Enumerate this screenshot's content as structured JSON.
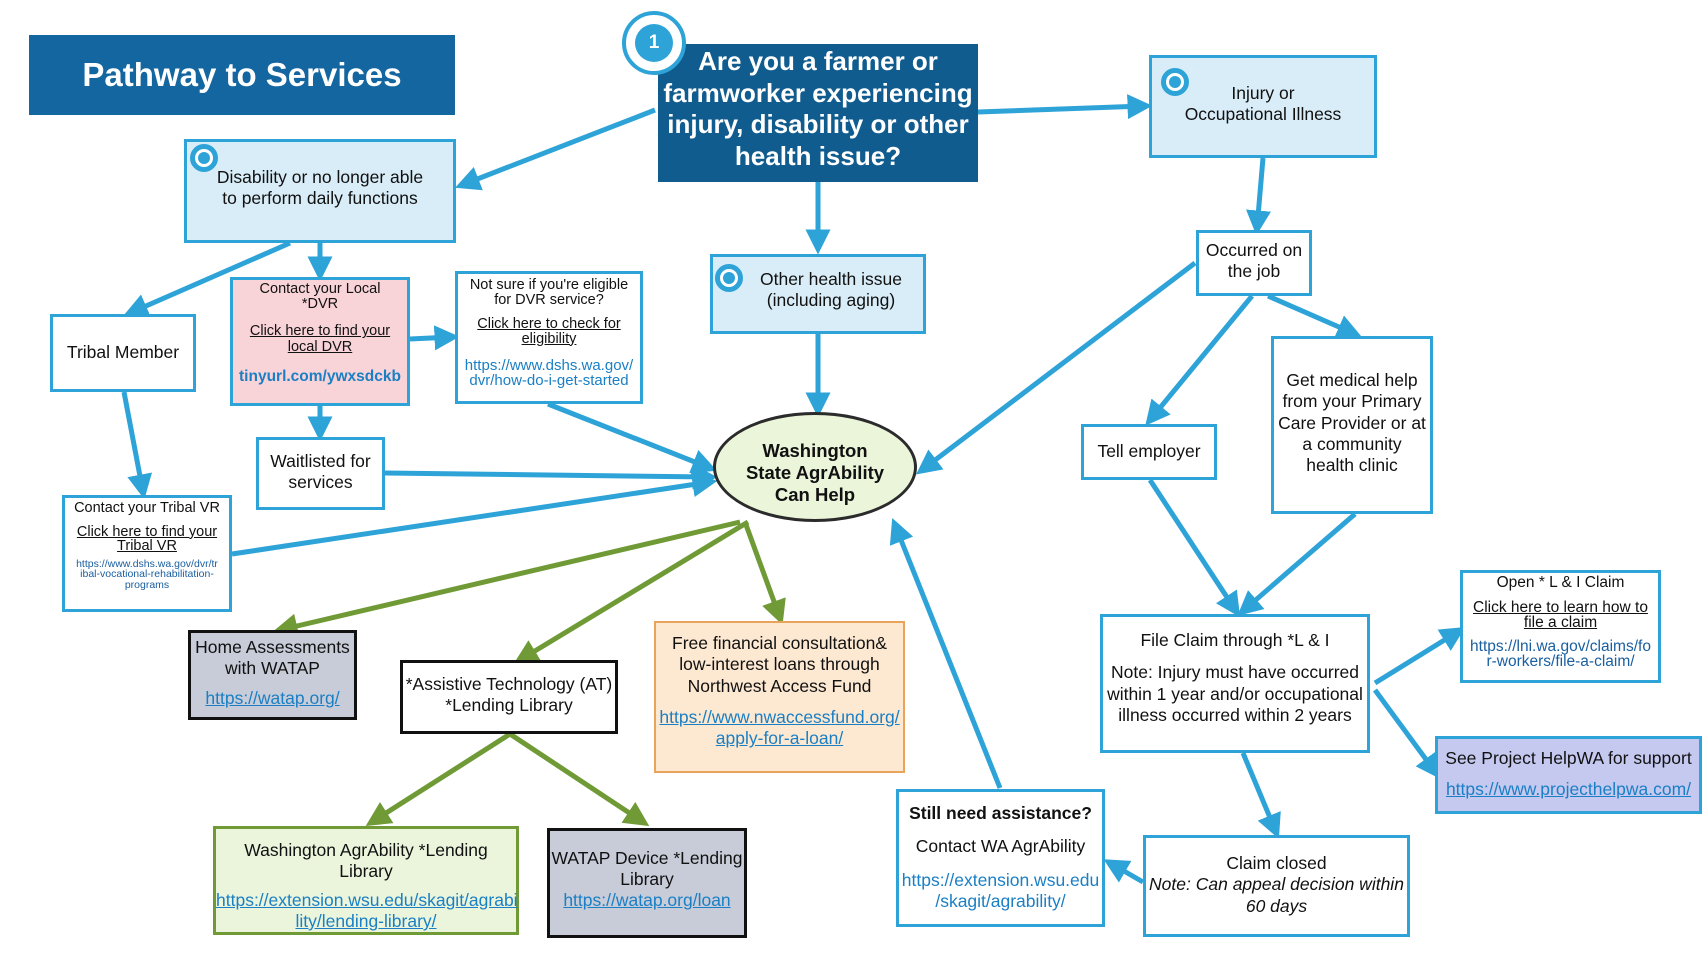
{
  "title": "Pathway to Services",
  "step_number": "1",
  "colors": {
    "blue_arrow": "#2ea3d8",
    "green_arrow": "#6f9a35",
    "navy": "#115c8f",
    "ellipse_fill": "#eaf5d9"
  },
  "question": [
    "Are you a farmer or",
    "farmworker experiencing",
    "injury, disability or other",
    "health issue?"
  ],
  "center": [
    "Washington",
    "State AgrAbility",
    "Can Help"
  ],
  "disability": [
    "Disability or no longer able",
    "to perform daily functions"
  ],
  "injury": [
    "Injury or",
    "Occupational Illness"
  ],
  "other_health": [
    "Other health issue",
    "(including aging)"
  ],
  "tribal_member": "Tribal Member",
  "dvr": {
    "line1": "Contact your Local",
    "line2": "*DVR",
    "link1": "Click here to find your",
    "link2": "local DVR",
    "url": "tinyurl.com/ywxsdckb"
  },
  "eligibility": {
    "line1": "Not sure if you're eligible",
    "line2": "for DVR service?",
    "link1": "Click here to check for",
    "link2": "eligibility",
    "url1": "https://www.dshs.wa.gov/",
    "url2": "dvr/how-do-i-get-started"
  },
  "waitlisted": [
    "Waitlisted for",
    "services"
  ],
  "tribal_vr": {
    "line1": "Contact your Tribal VR",
    "link1": "Click here to find your",
    "link2": "Tribal VR",
    "url1": "https://www.dshs.wa.gov/dvr/tr",
    "url2": "ibal-vocational-rehabilitation-",
    "url3": "programs"
  },
  "home_assess": {
    "line1": "Home Assessments",
    "line2": "with WATAP",
    "url": "https://watap.org/"
  },
  "at_library": [
    "*Assistive Technology (AT)",
    "*Lending Library"
  ],
  "financial": {
    "line1": "Free financial consultation&",
    "line2": "low-interest loans through",
    "line3": "Northwest Access Fund",
    "url1": "https://www.nwaccessfund.org/",
    "url2": "apply-for-a-loan/"
  },
  "wa_lending": {
    "line1": "Washington AgrAbility *Lending Library",
    "url1": "https://extension.wsu.edu/skagit/agrabi",
    "url2": "lity/lending-library/"
  },
  "watap_device": {
    "line1": "WATAP Device *Lending",
    "line2": "Library",
    "url": "https://watap.org/loan"
  },
  "still_need": {
    "line1": "Still need assistance?",
    "line2": "Contact WA AgrAbility",
    "url1": "https://extension.wsu.edu",
    "url2": "/skagit/agrability/"
  },
  "occurred": [
    "Occurred on",
    "the job"
  ],
  "tell_employer": "Tell employer",
  "medical": [
    "Get medical help",
    "from your Primary",
    "Care Provider or at",
    "a community",
    "health clinic"
  ],
  "file_claim": {
    "line1": "File Claim through *L & I",
    "note1": "Note: Injury must have occurred",
    "note2": "within 1 year and/or occupational",
    "note3": "illness occurred within 2 years"
  },
  "open_claim": {
    "line1": "Open * L & I Claim",
    "link1": "Click here to learn how to",
    "link2": "file a claim",
    "url1": "https://lni.wa.gov/claims/fo",
    "url2": "r-workers/file-a-claim/"
  },
  "helpwa": {
    "line1": "See Project HelpWA for support",
    "url": "https://www.projecthelpwa.com/"
  },
  "claim_closed": {
    "line1": "Claim closed",
    "note1": "Note: Can appeal decision within",
    "note2": "60 days"
  }
}
